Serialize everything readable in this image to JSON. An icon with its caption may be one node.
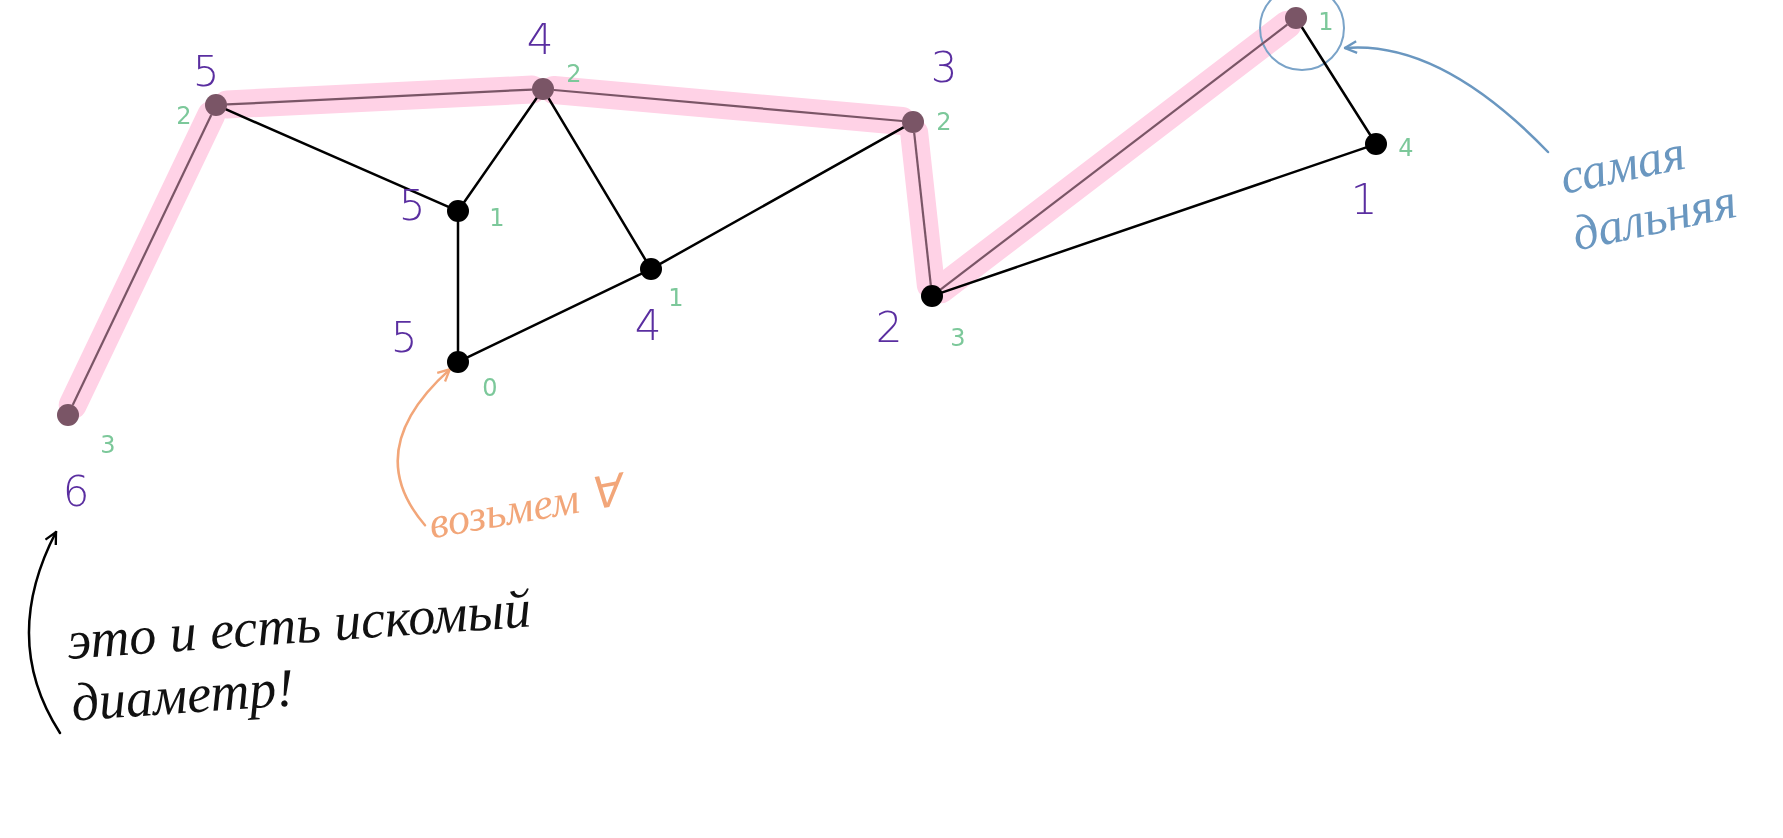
{
  "diagram": {
    "nodes": [
      {
        "text": [],
        "shape": "circle",
        "beside": [
          "6",
          "3"
        ]
      },
      {
        "text": [],
        "shape": "circle",
        "beside": [
          "5",
          "2"
        ]
      },
      {
        "text": [],
        "shape": "circle",
        "beside": [
          "4",
          "2"
        ]
      },
      {
        "text": [],
        "shape": "circle",
        "beside": [
          "5",
          "1"
        ]
      },
      {
        "text": [],
        "shape": "circle",
        "beside": [
          "5",
          "0"
        ]
      },
      {
        "text": [],
        "shape": "circle",
        "beside": [
          "4",
          "1"
        ]
      },
      {
        "text": [],
        "shape": "circle",
        "beside": [
          "3",
          "2"
        ]
      },
      {
        "text": [],
        "shape": "circle",
        "beside": [
          "2",
          "3"
        ]
      },
      {
        "text": [],
        "shape": "circle",
        "beside": [
          "1"
        ]
      },
      {
        "text": [],
        "shape": "circle",
        "beside": [
          "1",
          "4"
        ]
      },
      {
        "text": [
          "самая дальняя"
        ]
      },
      {
        "text": [
          "возьмем ∀"
        ]
      },
      {
        "text": [
          "это и есть искомый диаметр!"
        ]
      }
    ],
    "edges": [
      {
        "from": 0,
        "to": 1,
        "arrow": "none",
        "style": "thick",
        "color": "#ffd2e6"
      },
      {
        "from": 1,
        "to": 2,
        "arrow": "none",
        "style": "thick",
        "color": "#ffd2e6"
      },
      {
        "from": 1,
        "to": 3,
        "arrow": "none"
      },
      {
        "from": 2,
        "to": 3,
        "arrow": "none"
      },
      {
        "from": 2,
        "to": 5,
        "arrow": "none"
      },
      {
        "from": 2,
        "to": 6,
        "arrow": "none",
        "style": "thick",
        "color": "#ffd2e6"
      },
      {
        "from": 3,
        "to": 4,
        "arrow": "none"
      },
      {
        "from": 4,
        "to": 5,
        "arrow": "none"
      },
      {
        "from": 5,
        "to": 6,
        "arrow": "none"
      },
      {
        "from": 6,
        "to": 7,
        "arrow": "none",
        "style": "thick",
        "color": "#ffd2e6"
      },
      {
        "from": 7,
        "to": 8,
        "arrow": "none",
        "style": "thick",
        "color": "#ffd2e6"
      },
      {
        "from": 8,
        "to": 9,
        "arrow": "none"
      },
      {
        "from": 7,
        "to": 9,
        "arrow": "none"
      },
      {
        "from": 10,
        "to": 8,
        "arrow": "to",
        "color": "#6a97c0"
      },
      {
        "from": 11,
        "to": 4,
        "arrow": "to",
        "color": "#f2a679"
      },
      {
        "from": 12,
        "to": 0,
        "arrow": "to"
      }
    ]
  }
}
